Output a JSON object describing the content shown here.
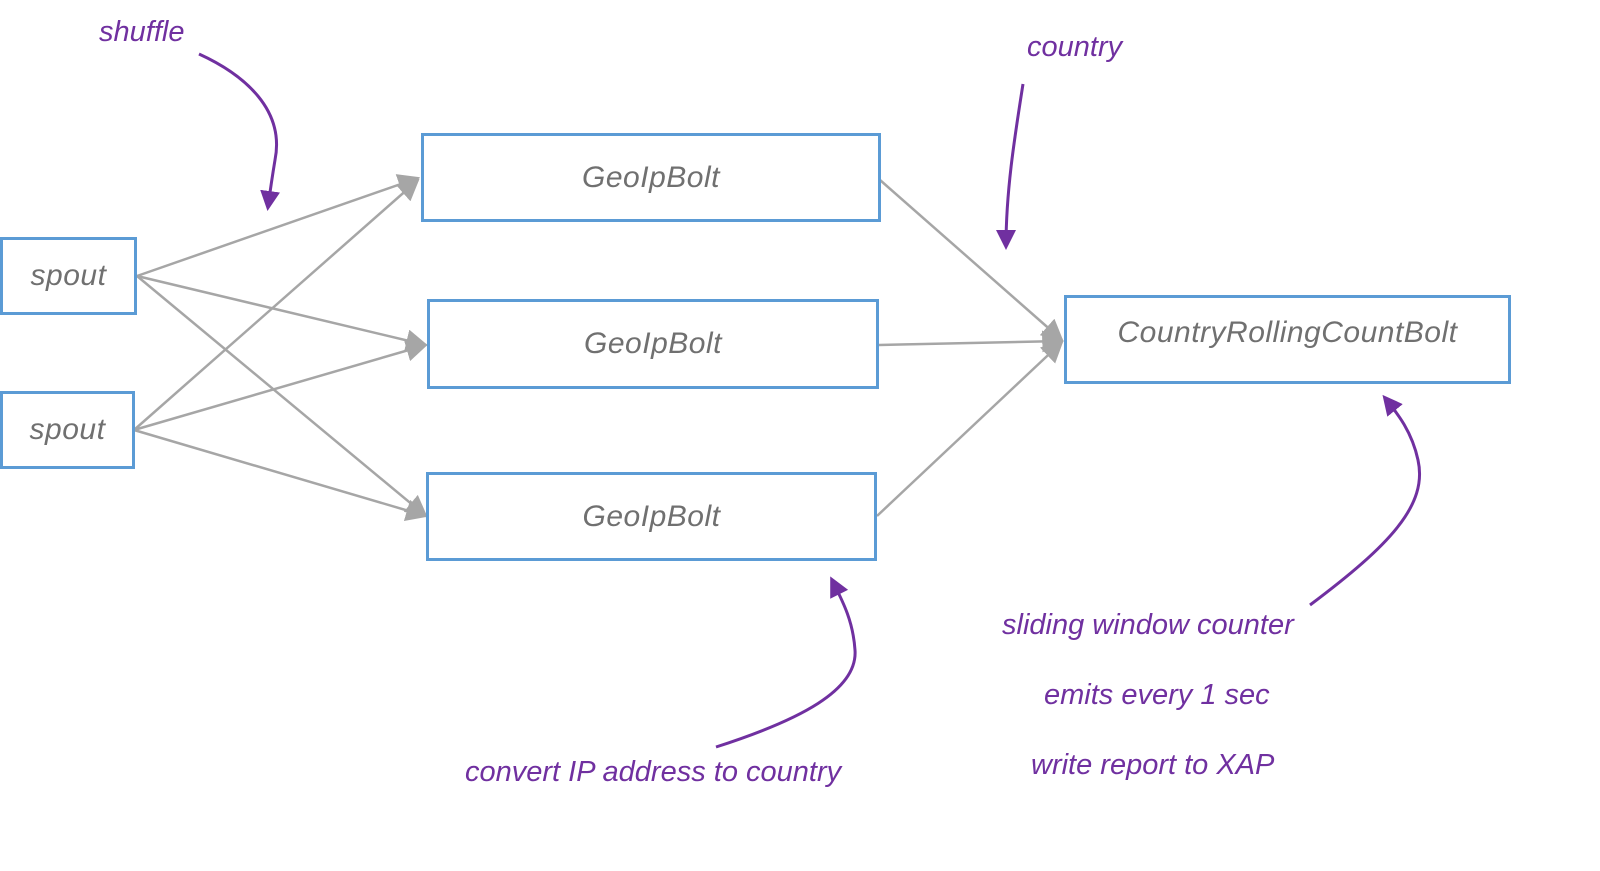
{
  "nodes": {
    "spout_1": "spout",
    "spout_2": "spout",
    "geoip_1": "GeoIpBolt",
    "geoip_2": "GeoIpBolt",
    "geoip_3": "GeoIpBolt",
    "rolling_count": "CountryRollingCountBolt"
  },
  "annotations": {
    "shuffle": "shuffle",
    "country": "country",
    "convert": "convert IP address to country",
    "sliding": "sliding window counter",
    "emits": "emits every 1 sec",
    "write": "write report to XAP"
  },
  "colors": {
    "box_border": "#5b9bd5",
    "node_text": "#707070",
    "edge": "#a6a6a6",
    "annotation": "#7030a0"
  },
  "edges": [
    {
      "from": "spout_1",
      "to": "geoip_1"
    },
    {
      "from": "spout_1",
      "to": "geoip_2"
    },
    {
      "from": "spout_1",
      "to": "geoip_3"
    },
    {
      "from": "spout_2",
      "to": "geoip_1"
    },
    {
      "from": "spout_2",
      "to": "geoip_2"
    },
    {
      "from": "spout_2",
      "to": "geoip_3"
    },
    {
      "from": "geoip_1",
      "to": "rolling_count"
    },
    {
      "from": "geoip_2",
      "to": "rolling_count"
    },
    {
      "from": "geoip_3",
      "to": "rolling_count"
    }
  ]
}
